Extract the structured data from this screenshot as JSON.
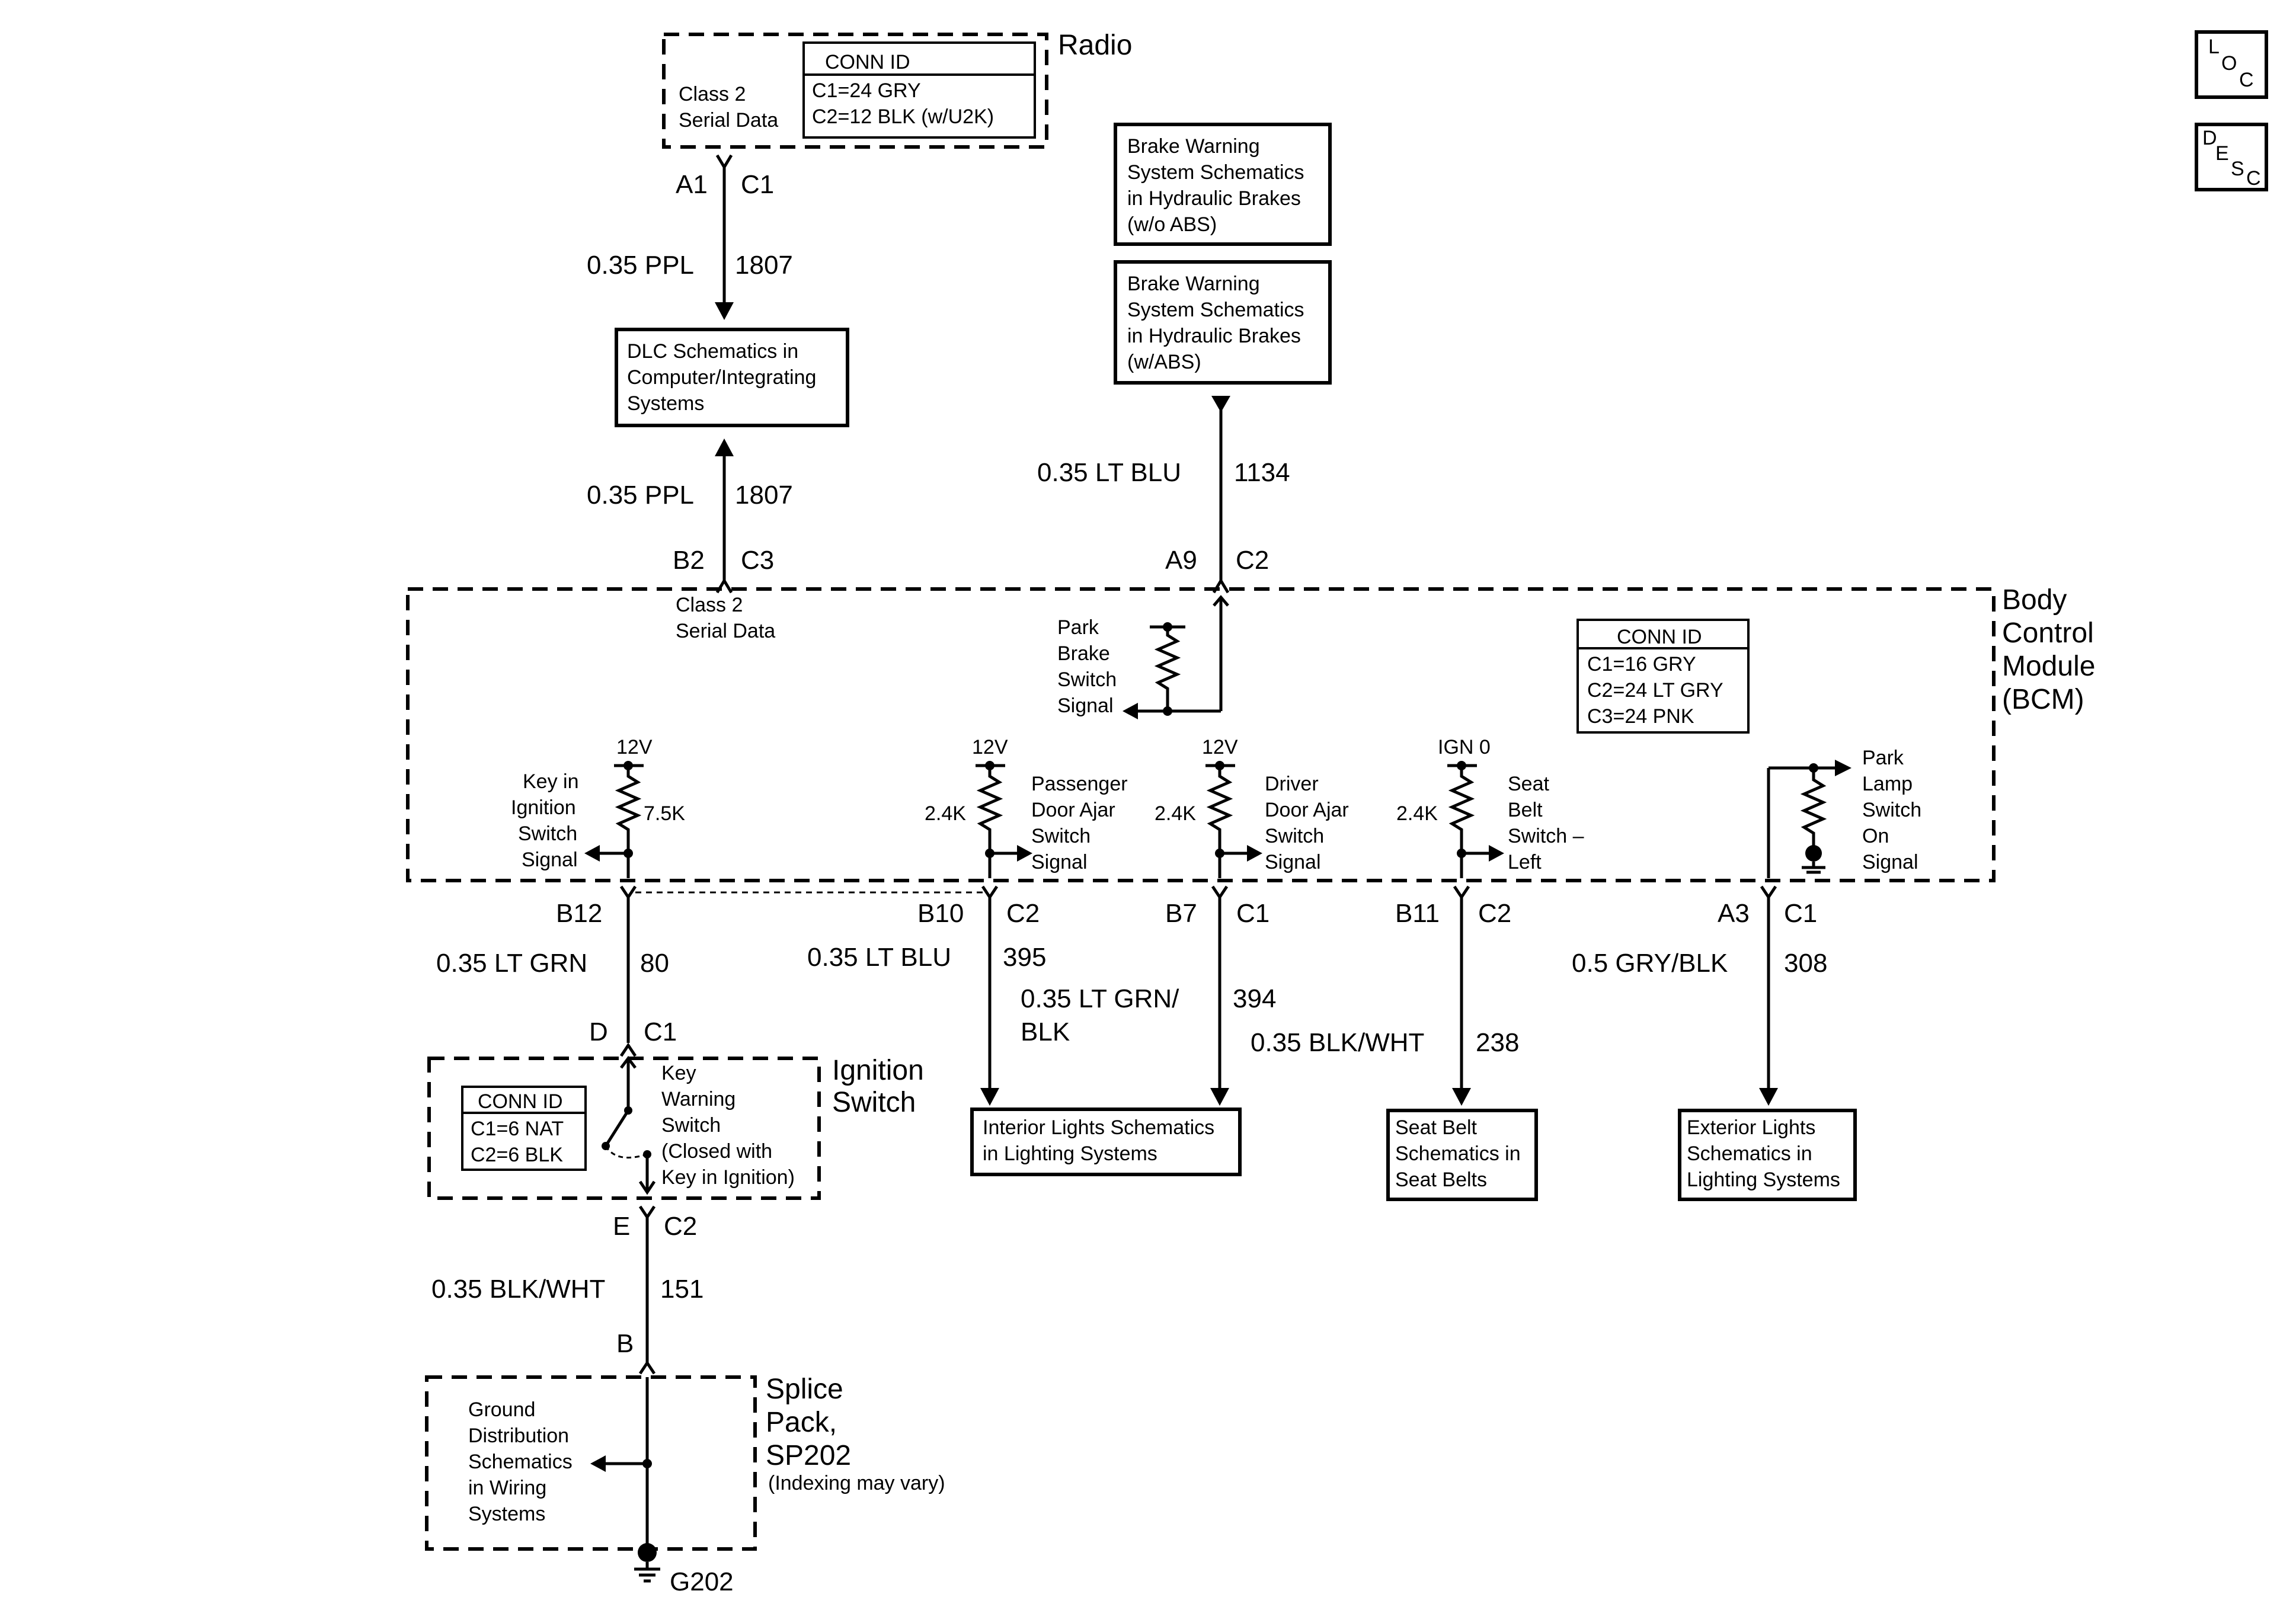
{
  "radio": {
    "title": "Radio",
    "conn_id": {
      "header": "CONN ID",
      "c1": "C1=24 GRY",
      "c2": "C2=12 BLK  (w/U2K)"
    },
    "signal_line1": "Class 2",
    "signal_line2": "Serial Data",
    "pin": "A1",
    "connector": "C1"
  },
  "wire_top_left": {
    "gauge_color": "0.35 PPL",
    "circuit": "1807"
  },
  "dlc_box": {
    "line1": "DLC Schematics in",
    "line2": "Computer/Integrating",
    "line3": "Systems"
  },
  "wire_lower_left": {
    "gauge_color": "0.35 PPL",
    "circuit": "1807",
    "pin": "B2",
    "connector": "C3"
  },
  "brake_no_abs": {
    "line1": "Brake Warning",
    "line2": "System Schematics",
    "line3": "in Hydraulic Brakes",
    "line4": "(w/o ABS)"
  },
  "brake_abs": {
    "line1": "Brake Warning",
    "line2": "System Schematics",
    "line3": "in Hydraulic Brakes",
    "line4": "(w/ABS)"
  },
  "wire_brake": {
    "gauge_color": "0.35 LT BLU",
    "circuit": "1134",
    "pin": "A9",
    "connector": "C2"
  },
  "bcm": {
    "title_line1": "Body",
    "title_line2": "Control",
    "title_line3": "Module",
    "title_line4": "(BCM)",
    "conn_id": {
      "header": "CONN ID",
      "c1": "C1=16 GRY",
      "c2": "C2=24 LT GRY",
      "c3": "C3=24 PNK"
    },
    "class2_line1": "Class 2",
    "class2_line2": "Serial Data",
    "park_brake": {
      "line1": "Park",
      "line2": "Brake",
      "line3": "Switch",
      "line4": "Signal"
    },
    "key_in": {
      "voltage": "12V",
      "resistor": "7.5K",
      "line1": "Key in",
      "line2": "Ignition",
      "line3": "Switch",
      "line4": "Signal"
    },
    "passenger": {
      "voltage": "12V",
      "resistor": "2.4K",
      "line1": "Passenger",
      "line2": "Door Ajar",
      "line3": "Switch",
      "line4": "Signal"
    },
    "driver": {
      "voltage": "12V",
      "resistor": "2.4K",
      "line1": "Driver",
      "line2": "Door Ajar",
      "line3": "Switch",
      "line4": "Signal"
    },
    "seat_belt": {
      "voltage": "IGN 0",
      "resistor": "2.4K",
      "line1": "Seat",
      "line2": "Belt",
      "line3": "Switch –",
      "line4": "Left"
    },
    "park_lamp": {
      "line1": "Park",
      "line2": "Lamp",
      "line3": "Switch",
      "line4": "On",
      "line5": "Signal"
    }
  },
  "pins_bcm_bottom": {
    "b12": "B12",
    "b10": "B10",
    "b10_conn": "C2",
    "b7": "B7",
    "b7_conn": "C1",
    "b11": "B11",
    "b11_conn": "C2",
    "a3": "A3",
    "a3_conn": "C1"
  },
  "wires_bottom": {
    "w80": {
      "gauge_color": "0.35 LT GRN",
      "circuit": "80"
    },
    "w395": {
      "gauge_color": "0.35 LT BLU",
      "circuit": "395"
    },
    "w394": {
      "gauge_color_line1": "0.35 LT GRN/",
      "gauge_color_line2": "BLK",
      "circuit": "394"
    },
    "w238": {
      "gauge_color": "0.35 BLK/WHT",
      "circuit": "238"
    },
    "w308": {
      "gauge_color": "0.5 GRY/BLK",
      "circuit": "308"
    },
    "w151": {
      "gauge_color": "0.35 BLK/WHT",
      "circuit": "151"
    }
  },
  "ignition_switch": {
    "title_line1": "Ignition",
    "title_line2": "Switch",
    "pin_top": "D",
    "conn_top": "C1",
    "pin_bottom": "E",
    "conn_bottom": "C2",
    "conn_id": {
      "header": "CONN ID",
      "c1": "C1=6 NAT",
      "c2": "C2=6 BLK"
    },
    "key_warning": {
      "line1": "Key",
      "line2": "Warning",
      "line3": "Switch",
      "line4": "(Closed with",
      "line5": "Key in Ignition)"
    }
  },
  "interior_lights": {
    "line1": "Interior Lights Schematics",
    "line2": "in Lighting Systems"
  },
  "seat_belt_box": {
    "line1": "Seat Belt",
    "line2": "Schematics in",
    "line3": "Seat Belts"
  },
  "exterior_lights": {
    "line1": "Exterior Lights",
    "line2": "Schematics in",
    "line3": "Lighting Systems"
  },
  "splice_pack": {
    "title_line1": "Splice",
    "title_line2": "Pack,",
    "title_line3": "SP202",
    "note": "(Indexing may vary)",
    "pin": "B",
    "ground_line1": "Ground",
    "ground_line2": "Distribution",
    "ground_line3": "Schematics",
    "ground_line4": "in Wiring",
    "ground_line5": "Systems",
    "ground_id": "G202"
  },
  "nav_icons": {
    "loc": {
      "l": "L",
      "o": "O",
      "c": "C"
    },
    "desc": {
      "d": "D",
      "e": "E",
      "s": "S",
      "c": "C"
    }
  }
}
